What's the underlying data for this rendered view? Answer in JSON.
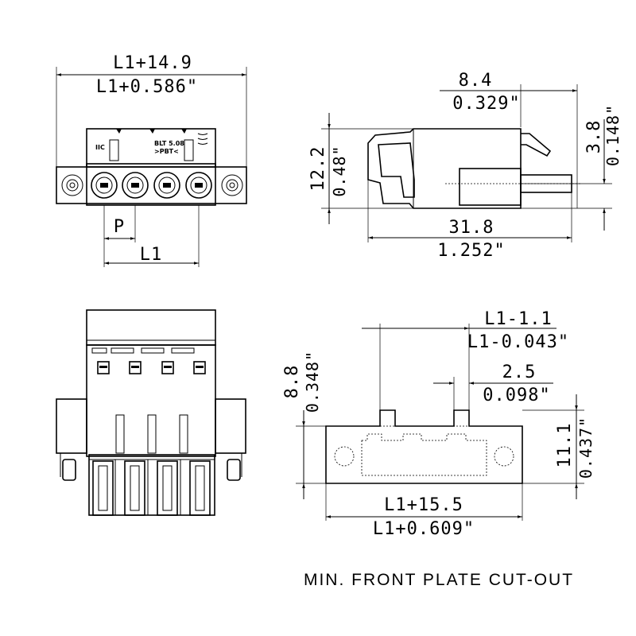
{
  "view_top": {
    "width_mm": "L1+14.9",
    "width_in": "L1+0.586\"",
    "pitch_label": "P",
    "l1_label": "L1",
    "body_marks": {
      "left": "IIC",
      "product": "BLT 5.08",
      "material": ">PBT<"
    }
  },
  "view_side": {
    "depth_mm": "8.4",
    "depth_in": "0.329\"",
    "offset_mm": "3.8",
    "offset_in": "0.148\"",
    "height_mm": "12.2",
    "height_in": "0.48\"",
    "length_mm": "31.8",
    "length_in": "1.252\""
  },
  "view_cutout": {
    "inner_mm": "L1-1.1",
    "inner_in": "L1-0.043\"",
    "step_mm": "2.5",
    "step_in": "0.098\"",
    "top_mm": "8.8",
    "top_in": "0.348\"",
    "height_mm": "11.1",
    "height_in": "0.437\"",
    "width_mm": "L1+15.5",
    "width_in": "L1+0.609\"",
    "caption": "MIN. FRONT PLATE CUT-OUT"
  }
}
